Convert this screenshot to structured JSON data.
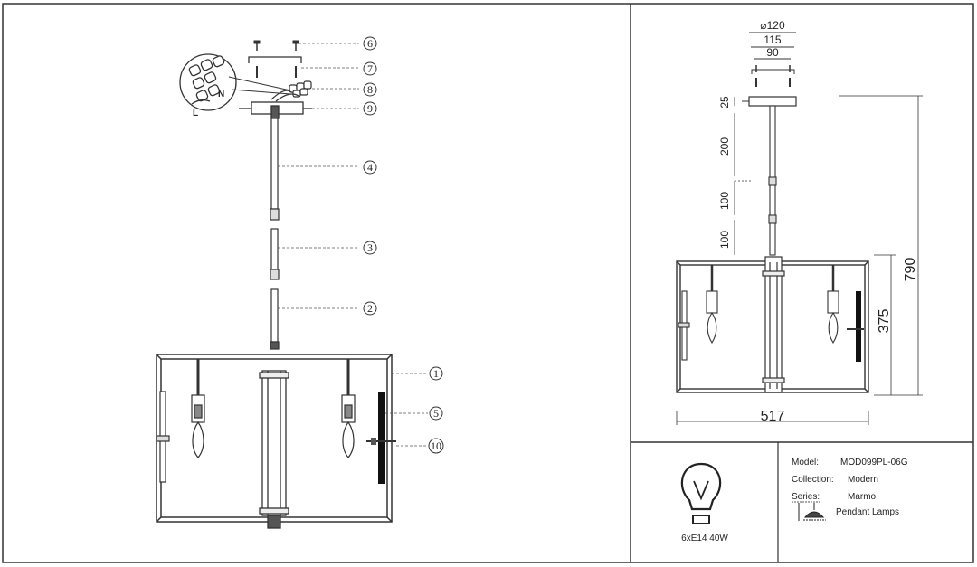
{
  "callouts": [
    "1",
    "2",
    "3",
    "4",
    "5",
    "6",
    "7",
    "8",
    "9",
    "10"
  ],
  "wiring": {
    "n_label": "N",
    "l_label": "L"
  },
  "dimensions": {
    "canopy_outer": "⌀120",
    "canopy_mid": "115",
    "canopy_inner": "90",
    "canopy_height": "25",
    "rod_a": "200",
    "rod_b": "100",
    "rod_c": "100",
    "total_height": "790",
    "body_height": "375",
    "body_width": "517"
  },
  "spec": {
    "bulb": "6xE14 40W",
    "model_label": "Model:",
    "model_value": "MOD099PL-06G",
    "collection_label": "Collection:",
    "collection_value": "Modern",
    "series_label": "Series:",
    "series_value": "Marmo",
    "type_value": "Pendant Lamps"
  }
}
